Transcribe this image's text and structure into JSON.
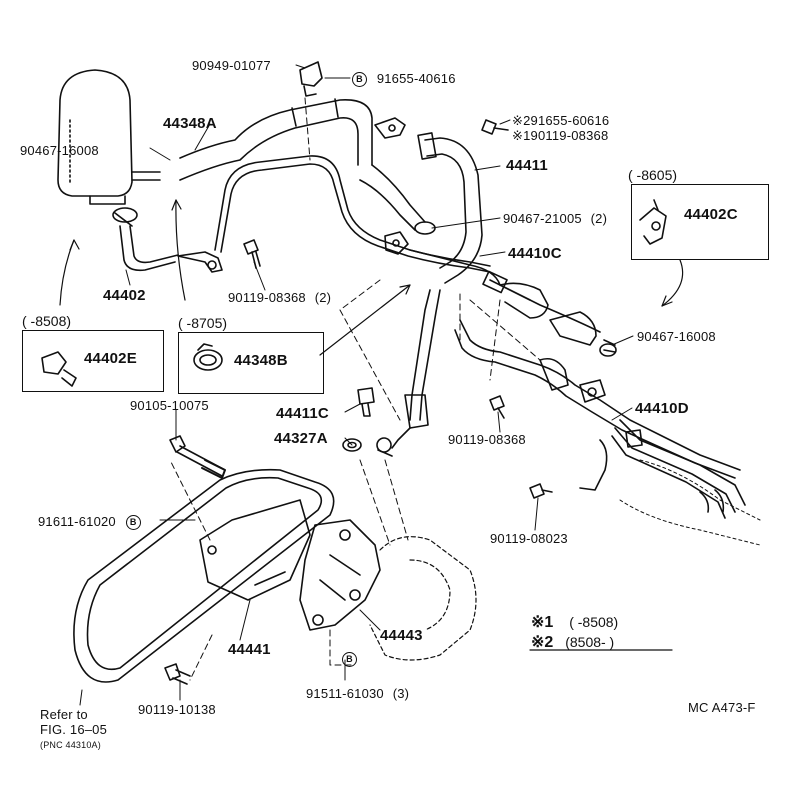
{
  "diagram": {
    "footer_code": "MC A473-F",
    "refer": {
      "line1": "Refer to",
      "line2": "FIG. 16–05",
      "line3": "(PNC 44310A)"
    },
    "callouts": {
      "p90949": "90949-01077",
      "p91655_40616": "91655-40616",
      "p44348A": "44348A",
      "p90467_16008_left": "90467-16008",
      "p91655_60616": "※291655-60616",
      "p90119_08368_top": "※190119-08368",
      "p44411": "44411",
      "p90467_21005": "90467-21005",
      "p90467_21005_qty": "(2)",
      "p44410C": "44410C",
      "p44402": "44402",
      "p90119_08368_mid": "90119-08368",
      "p90119_08368_mid_qty": "(2)",
      "p90467_16008_right": "90467-16008",
      "p90105": "90105-10075",
      "p44411C": "44411C",
      "p44327A": "44327A",
      "p90119_08368_right": "90119-08368",
      "p44410D": "44410D",
      "p90119_08023": "90119-08023",
      "p91611": "91611-61020",
      "p44441": "44441",
      "p44443": "44443",
      "p90119_10138": "90119-10138",
      "p91511": "91511-61030",
      "p91511_qty": "(3)"
    },
    "badges": {
      "b1": "B",
      "b2": "B",
      "b3": "B"
    },
    "insets": {
      "left": {
        "date": "(      -8508)",
        "part": "44402E"
      },
      "mid": {
        "date": "(      -8705)",
        "part": "44348B"
      },
      "right": {
        "date": "(      -8605)",
        "part": "44402C"
      }
    },
    "legend": {
      "m1": "※1",
      "m1_range": "(       -8508)",
      "m2": "※2",
      "m2_range": "(8508-       )"
    }
  }
}
